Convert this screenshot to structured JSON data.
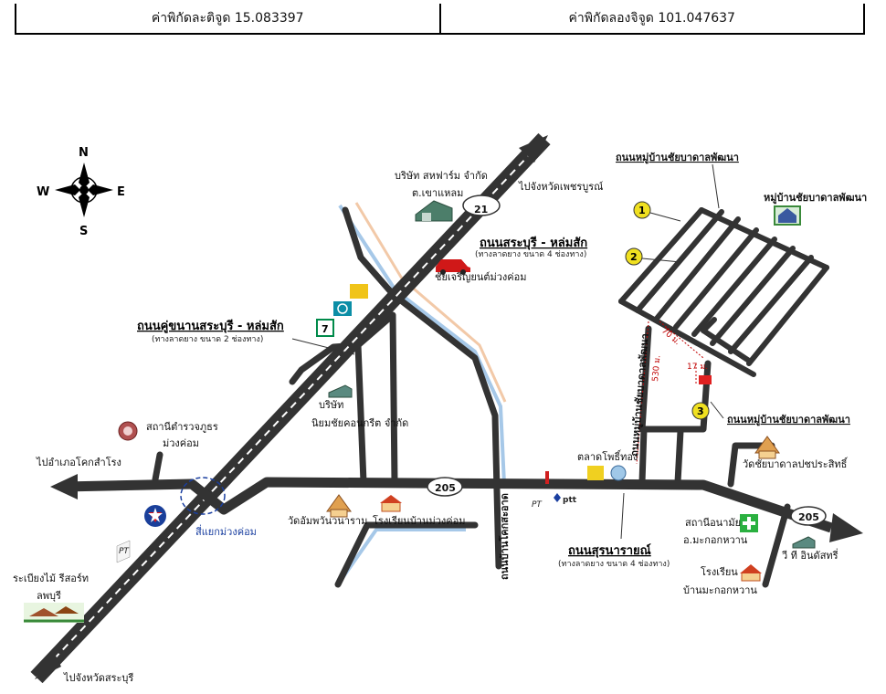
{
  "coords": {
    "latitude": "ค่าพิกัดละติจูด 15.083397",
    "longitude": "ค่าพิกัดลองจิจูด 101.047637"
  },
  "compass": {
    "n": "N",
    "s": "S",
    "e": "E",
    "w": "W"
  },
  "roads": {
    "saraburi_lomsak": "ถนนสระบุรี - หล่มสัก",
    "saraburi_lomsak_sub": "(ทางลาดยาง ขนาด 4 ช่องทาง)",
    "parallel_road": "ถนนคู่ขนานสระบุรี - หล่มสัก",
    "parallel_road_sub": "(ทางลาดยาง ขนาด 2 ช่องทาง)",
    "suranarai": "ถนนสุรนารายณ์",
    "suranarai_sub": "(ทางลาดยาง ขนาด 4 ช่องทาง)",
    "village_road_top": "ถนนหมู่บ้านชัยบาดาลพัฒนา",
    "village_road_right": "ถนนหมู่บ้านชัยบาดาลพัฒนา",
    "village_road_vertical": "ถนนหมู่บ้านชัยบาดาลพัฒนา",
    "road_south_vertical": "ถนนบ้านโคกสะอาด"
  },
  "route_shields": {
    "r21": "21",
    "r205_center": "205",
    "r205_east": "205"
  },
  "places": {
    "to_phetchabun": "ไปจังหวัดเพชรบูรณ์",
    "to_saraburi": "ไปจังหวัดสระบุรี",
    "to_khoksamrong": "ไปอำเภอโคกสำโรง",
    "farm_company": "บริษัท สหฟาร์ม จำกัด",
    "khao_laem": "ต.เขาแหลม",
    "car_dealer": "ชัยเจริญยนต์ม่วงค่อม",
    "concrete_company_1": "บริษัท",
    "concrete_company_2": "นิยมชัยคอนกรีต จำกัด",
    "police_1": "สถานีตำรวจภูธร",
    "police_2": "ม่วงค่อม",
    "intersection": "สี่แยกม่วงค่อม",
    "resort_1": "ระเบียงไม้ รีสอร์ท",
    "resort_2": "ลพบุรี",
    "temple_center": "วัดอัมพวันวนาราม",
    "school_center": "โรงเรียนบ้านม่วงค่อม",
    "market": "ตลาดโพธิ์ทอง",
    "temple_east": "วัดชัยบาดาลปชประสิทธิ์",
    "health_1": "สถานีอนามัย",
    "health_2": "อ.มะกอกหวาน",
    "tv_station": "วี ที อินดัสทรี่",
    "school_east_1": "โรงเรียน",
    "school_east_2": "บ้านมะกอกหวาน",
    "village": "หมู่บ้านชัยบาดาลพัฒนา",
    "ptt": "ptt",
    "pt": "PT",
    "seven": "7"
  },
  "measurements": {
    "m530": "530 ม.",
    "m70": "70 ม.",
    "m17": "17 ม."
  },
  "markers": {
    "m1": "1",
    "m2": "2",
    "m3": "3"
  }
}
